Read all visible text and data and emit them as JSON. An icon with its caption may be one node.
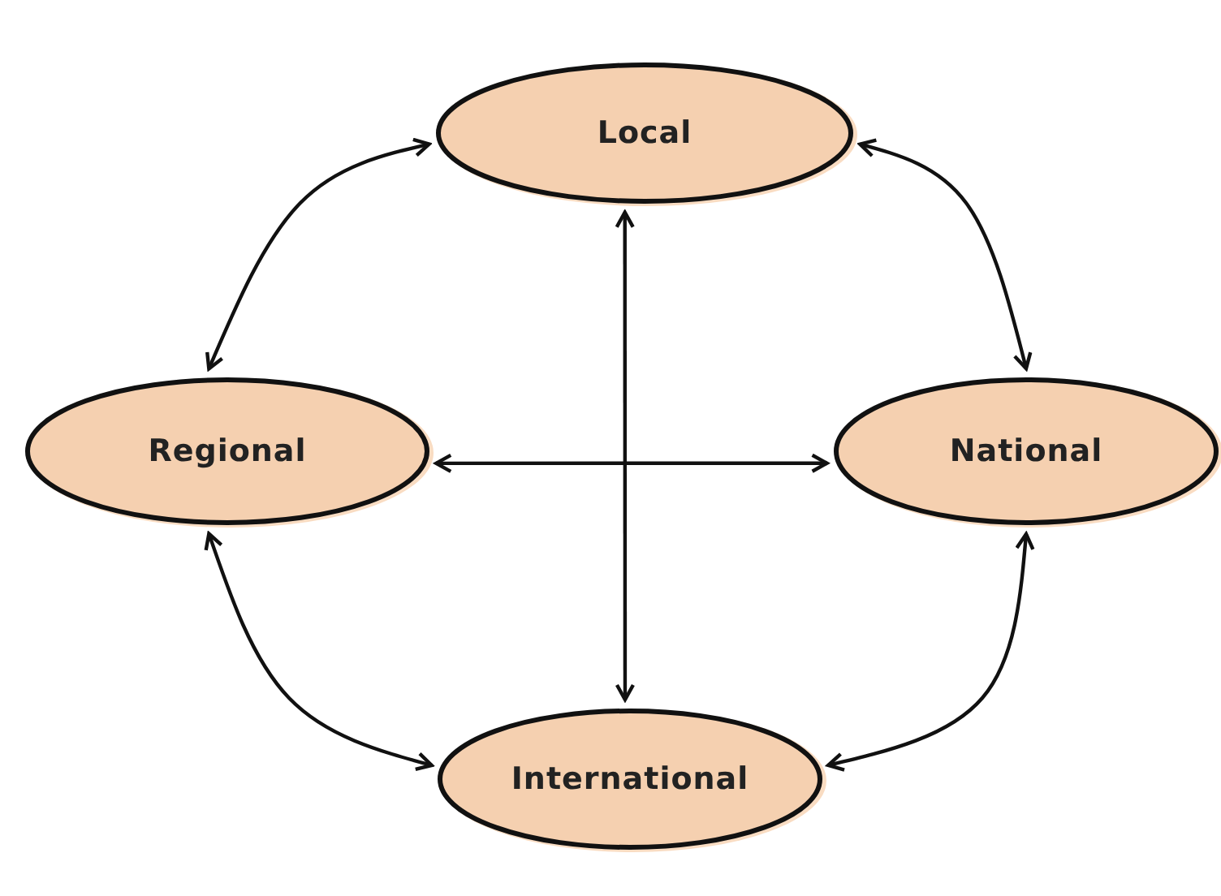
{
  "diagram": {
    "nodes": [
      {
        "text": [
          "Local"
        ]
      },
      {
        "text": [
          "Regional"
        ]
      },
      {
        "text": [
          "National"
        ]
      },
      {
        "text": [
          "International"
        ]
      }
    ],
    "edges": [
      {
        "from": 0,
        "to": 1,
        "arrow": "both"
      },
      {
        "from": 0,
        "to": 2,
        "arrow": "both"
      },
      {
        "from": 1,
        "to": 3,
        "arrow": "both"
      },
      {
        "from": 2,
        "to": 3,
        "arrow": "both"
      },
      {
        "from": 0,
        "to": 3,
        "arrow": "both"
      },
      {
        "from": 1,
        "to": 2,
        "arrow": "both"
      }
    ]
  }
}
